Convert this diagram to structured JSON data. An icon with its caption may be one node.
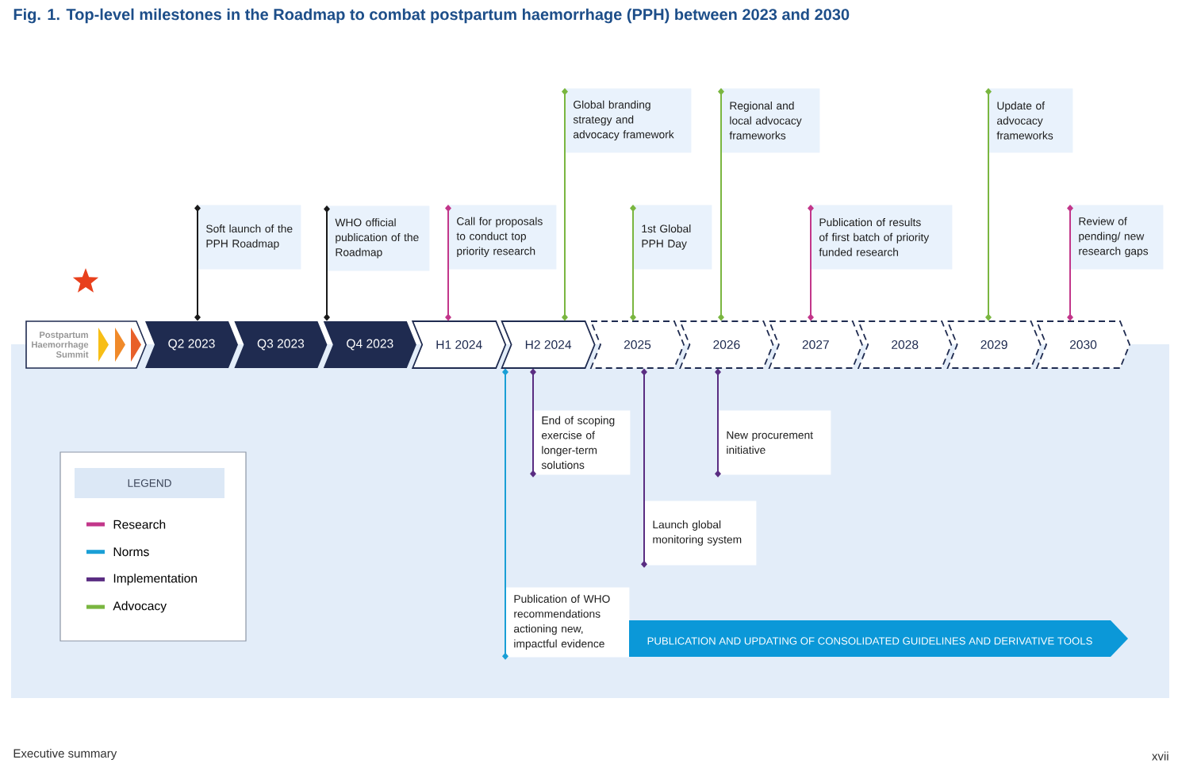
{
  "diagram": {
    "title": "Fig. 1.  Top-level milestones in the Roadmap to combat postpartum haemorrhage (PPH) between 2023 and 2030",
    "nodes": [
      {
        "text": [
          "Postpartum Haemorrhage Summit"
        ]
      },
      {
        "text": [
          "Q2 2023"
        ]
      },
      {
        "text": [
          "Q3 2023"
        ]
      },
      {
        "text": [
          "Q4 2023"
        ]
      },
      {
        "text": [
          "H1 2024"
        ]
      },
      {
        "text": [
          "H2 2024"
        ]
      },
      {
        "text": [
          "2025"
        ]
      },
      {
        "text": [
          "2026"
        ]
      },
      {
        "text": [
          "2027"
        ]
      },
      {
        "text": [
          "2028"
        ]
      },
      {
        "text": [
          "2029"
        ]
      },
      {
        "text": [
          "2030"
        ]
      },
      {
        "text": [
          "Soft launch of the PPH Roadmap"
        ]
      },
      {
        "text": [
          "WHO official publication of the Roadmap"
        ]
      },
      {
        "text": [
          "Call for proposals to conduct top priority research"
        ]
      },
      {
        "text": [
          "Global branding strategy and advocacy framework"
        ]
      },
      {
        "text": [
          "1st Global PPH Day"
        ]
      },
      {
        "text": [
          "Regional and local advocacy frameworks"
        ]
      },
      {
        "text": [
          "Publication of results of first batch of priority funded research"
        ]
      },
      {
        "text": [
          "Update of advocacy frameworks"
        ]
      },
      {
        "text": [
          "Review of pending/ new research gaps"
        ]
      },
      {
        "text": [
          "End of scoping exercise of longer-term solutions"
        ]
      },
      {
        "text": [
          "Launch global monitoring system"
        ]
      },
      {
        "text": [
          "New procurement initiative"
        ]
      },
      {
        "text": [
          "Publication of WHO recommendations actioning new, impactful evidence"
        ]
      },
      {
        "text": [
          "PUBLICATION AND UPDATING OF CONSOLIDATED GUIDELINES AND DERIVATIVE TOOLS"
        ]
      }
    ],
    "edges": [
      {
        "from": 1,
        "to": 12,
        "arrow": "other",
        "color": "#1a1a1a"
      },
      {
        "from": 3,
        "to": 13,
        "arrow": "other",
        "color": "#1a1a1a"
      },
      {
        "from": 4,
        "to": 14,
        "arrow": "other",
        "color": "#c2368a"
      },
      {
        "from": 5,
        "to": 15,
        "arrow": "other",
        "color": "#7ab640"
      },
      {
        "from": 6,
        "to": 16,
        "arrow": "other",
        "color": "#7ab640"
      },
      {
        "from": 7,
        "to": 17,
        "arrow": "other",
        "color": "#7ab640"
      },
      {
        "from": 8,
        "to": 18,
        "arrow": "other",
        "color": "#c2368a"
      },
      {
        "from": 10,
        "to": 19,
        "arrow": "other",
        "color": "#7ab640"
      },
      {
        "from": 11,
        "to": 20,
        "arrow": "other",
        "color": "#c2368a"
      },
      {
        "from": 5,
        "to": 21,
        "arrow": "other",
        "color": "#5a2d82"
      },
      {
        "from": 6,
        "to": 22,
        "arrow": "other",
        "color": "#5a2d82"
      },
      {
        "from": 7,
        "to": 23,
        "arrow": "other",
        "color": "#5a2d82"
      },
      {
        "from": 5,
        "to": 24,
        "arrow": "other",
        "color": "#1a9fd6"
      }
    ],
    "labels": [
      "LEGEND",
      "Executive summary",
      "xvii"
    ],
    "legend": [
      {
        "text": "Research",
        "color": "#c2368a"
      },
      {
        "text": "Norms",
        "color": "#1a9fd6"
      },
      {
        "text": "Implementation",
        "color": "#5a2d82"
      },
      {
        "text": "Advocacy",
        "color": "#7ab640"
      }
    ]
  }
}
